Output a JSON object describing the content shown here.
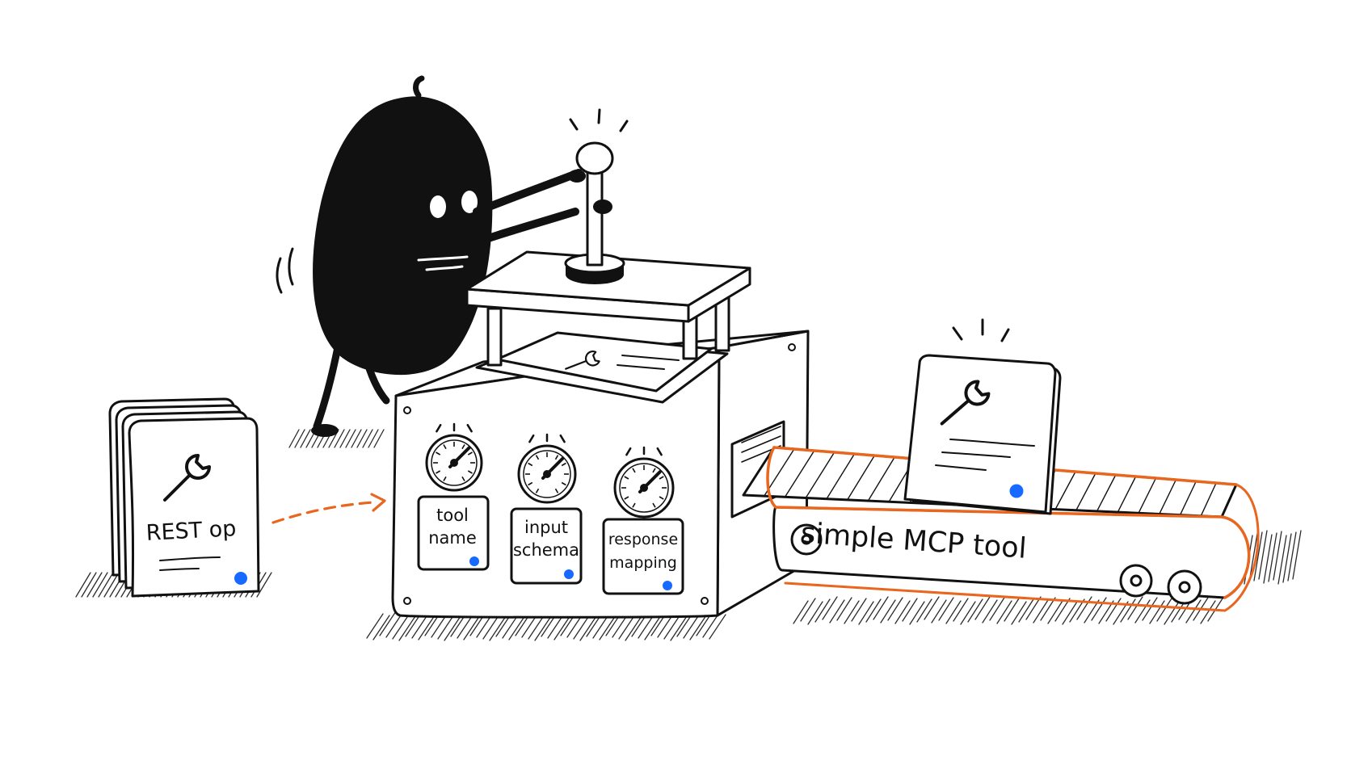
{
  "labels": {
    "input_card": "REST op",
    "gauge_1_line_1": "tool",
    "gauge_1_line_2": "name",
    "gauge_2_line_1": "input",
    "gauge_2_line_2": "schema",
    "gauge_3_line_1": "response",
    "gauge_3_line_2": "mapping",
    "conveyor": "simple MCP tool"
  },
  "icons": {
    "card": "wrench-icon",
    "status_dot": "blue-dot",
    "gauge": "dial-gauge",
    "flow": "dashed-arrow"
  },
  "colors": {
    "ink": "#111111",
    "accent_orange": "#e8661e",
    "dot_blue": "#1769ff",
    "background": "#ffffff"
  }
}
